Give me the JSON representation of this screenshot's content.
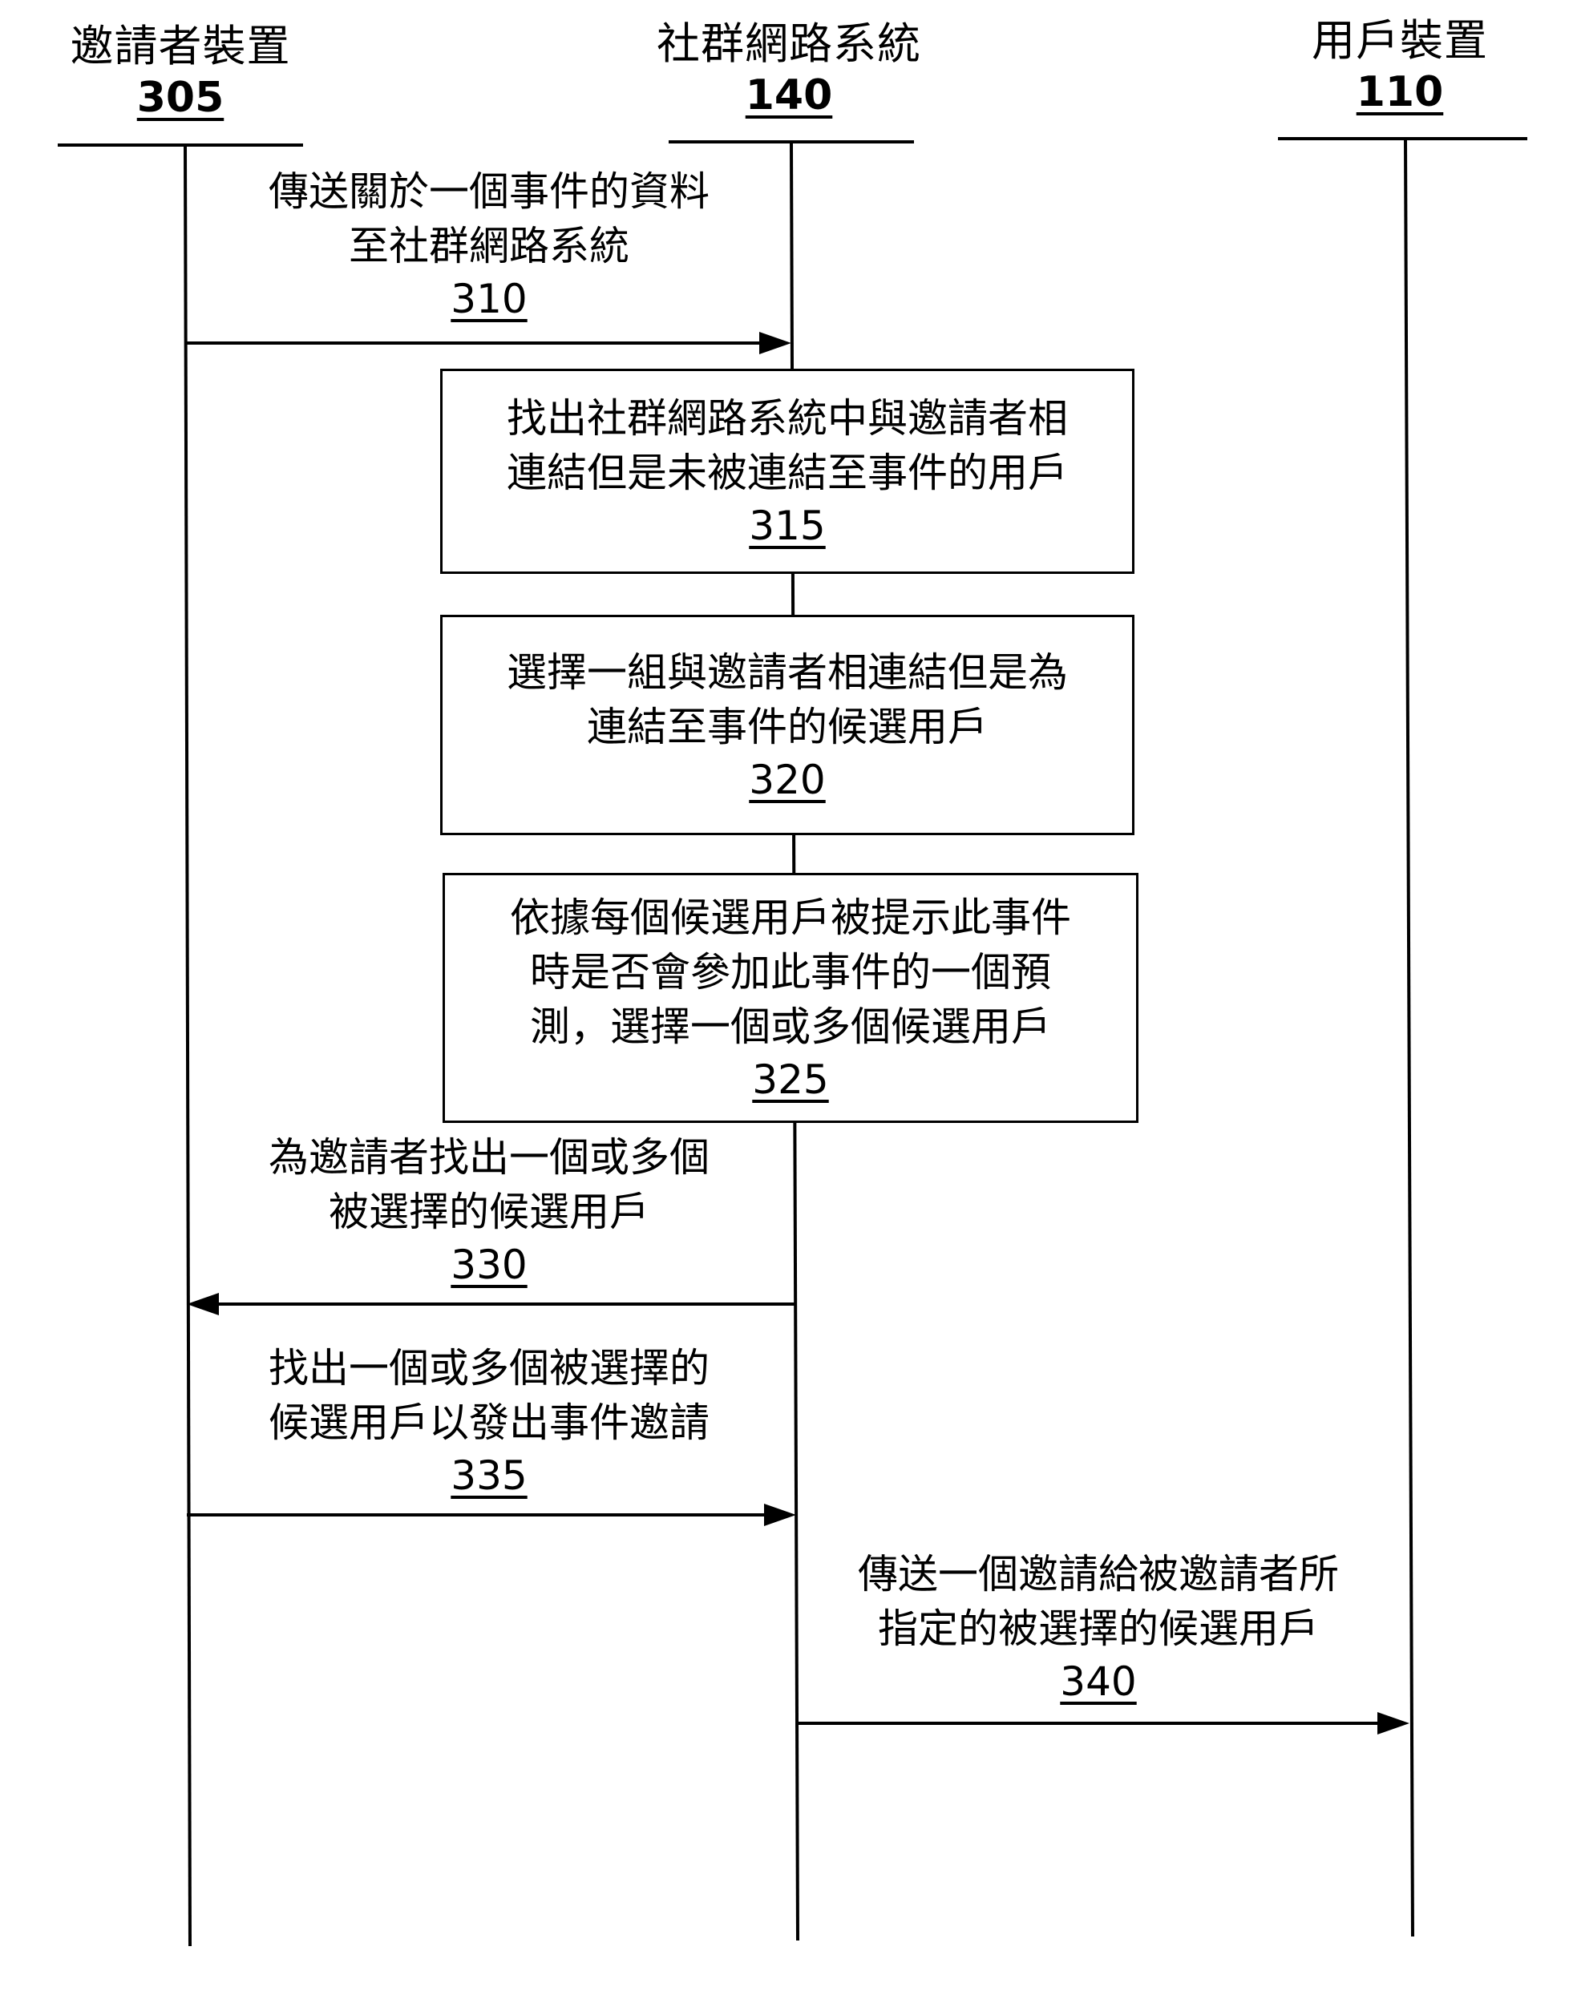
{
  "participants": [
    {
      "name": "邀請者裝置",
      "ref": "305"
    },
    {
      "name": "社群網路系統",
      "ref": "140"
    },
    {
      "name": "用戶裝置",
      "ref": "110"
    }
  ],
  "steps": {
    "s310": {
      "lines": [
        "傳送關於一個事件的資料",
        "至社群網路系統"
      ],
      "ref": "310",
      "from": "邀請者裝置",
      "to": "社群網路系統"
    },
    "s315": {
      "lines": [
        "找出社群網路系統中與邀請者相",
        "連結但是未被連結至事件的用戶"
      ],
      "ref": "315"
    },
    "s320": {
      "lines": [
        "選擇一組與邀請者相連結但是為",
        "連結至事件的候選用戶"
      ],
      "ref": "320"
    },
    "s325": {
      "lines": [
        "依據每個候選用戶被提示此事件",
        "時是否會參加此事件的一個預",
        "測，選擇一個或多個候選用戶"
      ],
      "ref": "325"
    },
    "s330": {
      "lines": [
        "為邀請者找出一個或多個",
        "被選擇的候選用戶"
      ],
      "ref": "330",
      "from": "社群網路系統",
      "to": "邀請者裝置"
    },
    "s335": {
      "lines": [
        "找出一個或多個被選擇的",
        "候選用戶以發出事件邀請"
      ],
      "ref": "335",
      "from": "邀請者裝置",
      "to": "社群網路系統"
    },
    "s340": {
      "lines": [
        "傳送一個邀請給被邀請者所",
        "指定的被選擇的候選用戶"
      ],
      "ref": "340",
      "from": "社群網路系統",
      "to": "用戶裝置"
    }
  }
}
